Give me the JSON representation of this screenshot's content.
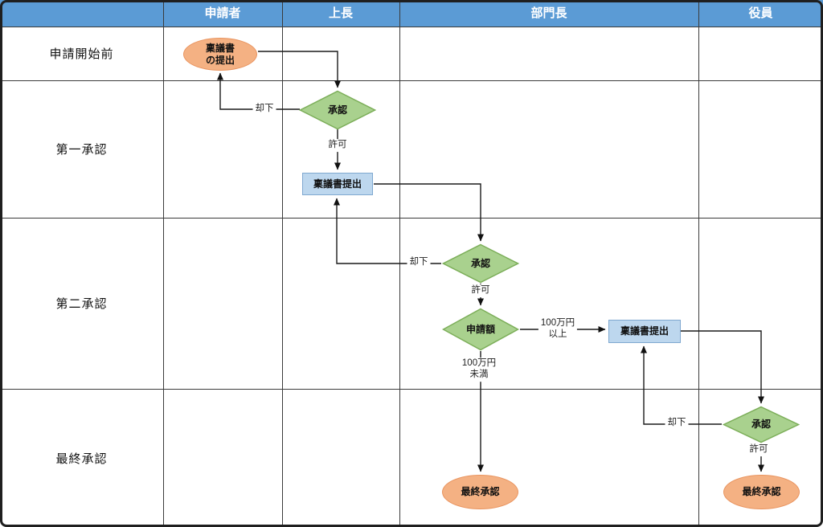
{
  "header": {
    "columns": [
      "申請者",
      "上長",
      "部門長",
      "役員"
    ]
  },
  "lanes": {
    "rows": [
      "申請開始前",
      "第一承認",
      "第二承認",
      "最終承認"
    ]
  },
  "nodes": {
    "submit_doc": {
      "shape": "ellipse",
      "label": "稟議書\nの提出"
    },
    "approve1": {
      "shape": "diamond",
      "label": "承認"
    },
    "submit1": {
      "shape": "rect",
      "label": "稟議書提出"
    },
    "approve2": {
      "shape": "diamond",
      "label": "承認"
    },
    "amount": {
      "shape": "diamond",
      "label": "申請額"
    },
    "submit2": {
      "shape": "rect",
      "label": "稟議書提出"
    },
    "approve3": {
      "shape": "diamond",
      "label": "承認"
    },
    "final1": {
      "shape": "ellipse",
      "label": "最終承認"
    },
    "final2": {
      "shape": "ellipse",
      "label": "最終承認"
    }
  },
  "edge_labels": {
    "reject1": "却下",
    "permit1": "許可",
    "reject2": "却下",
    "permit2": "許可",
    "amount_over": "100万円\n以上",
    "amount_under": "100万円\n未満",
    "reject3": "却下",
    "permit3": "許可"
  },
  "colors": {
    "header_bg": "#5B9BD5",
    "header_text": "#FFFFFF",
    "ellipse_fill": "#F4B183",
    "ellipse_stroke": "#E9945F",
    "diamond_fill": "#A9D18E",
    "diamond_stroke": "#7CAE59",
    "rect_fill": "#BDD7EE",
    "rect_stroke": "#7FA8D0",
    "connector": "#1A1A1A",
    "grid_line": "#3B3B3B"
  }
}
